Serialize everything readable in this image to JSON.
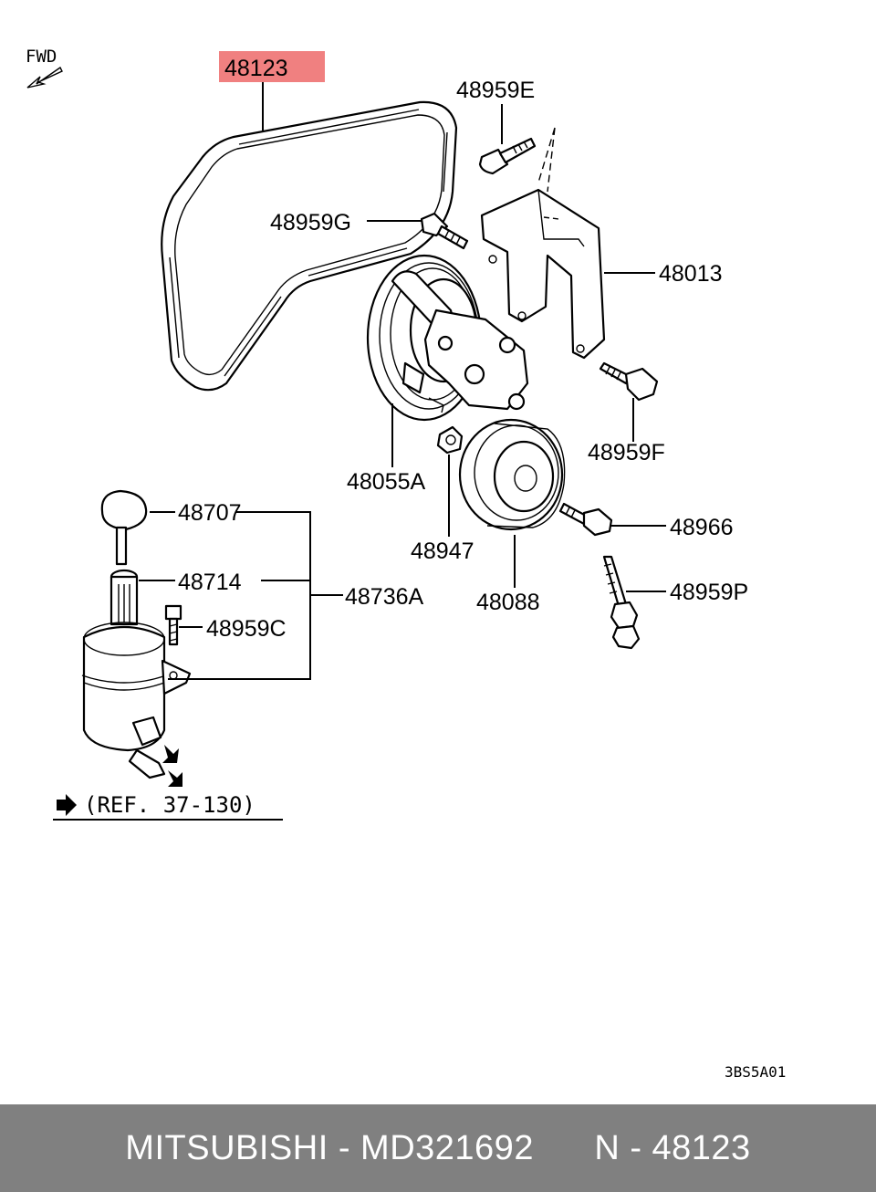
{
  "diagram": {
    "fwd_label": "FWD",
    "highlight_color": "#f08080",
    "parts": [
      {
        "id": "48123",
        "highlighted": true
      },
      {
        "id": "48959E"
      },
      {
        "id": "48959G"
      },
      {
        "id": "48013"
      },
      {
        "id": "48959F"
      },
      {
        "id": "48055A"
      },
      {
        "id": "48947"
      },
      {
        "id": "48088"
      },
      {
        "id": "48966"
      },
      {
        "id": "48959P"
      },
      {
        "id": "48707"
      },
      {
        "id": "48714"
      },
      {
        "id": "48736A"
      },
      {
        "id": "48959C"
      }
    ],
    "reference": "(REF. 37-130)",
    "drawing_code": "3BS5A01"
  },
  "footer": {
    "brand": "MITSUBISHI",
    "part_number": "MD321692",
    "ref_label": "N - 48123",
    "background_color": "#808080",
    "text_color": "#ffffff"
  }
}
